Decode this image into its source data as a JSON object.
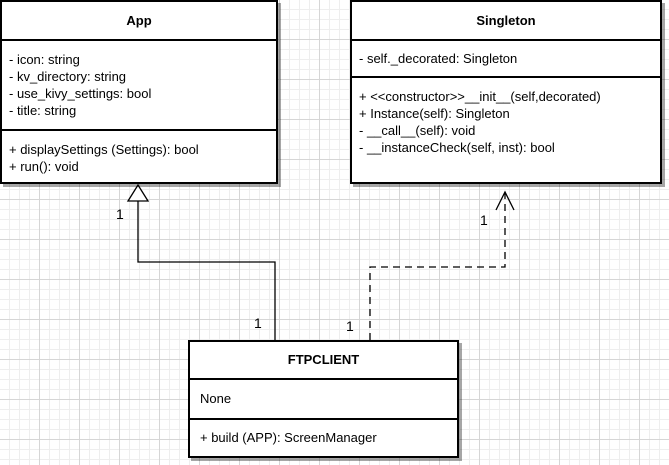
{
  "classes": {
    "app": {
      "name": "App",
      "attributes": [
        "- icon: string",
        "- kv_directory: string",
        "- use_kivy_settings: bool",
        "- title: string"
      ],
      "methods": [
        "+ displaySettings (Settings): bool",
        "+ run(): void"
      ]
    },
    "singleton": {
      "name": "Singleton",
      "attributes": [
        "- self._decorated: Singleton"
      ],
      "methods": [
        "+ <<constructor>>__init__(self,decorated)",
        "+ Instance(self): Singleton",
        "- __call__(self): void",
        "- __instanceCheck(self, inst): bool"
      ]
    },
    "ftpclient": {
      "name": "FTPCLIENT",
      "attributes": [
        "None"
      ],
      "methods": [
        "+ build (APP): ScreenManager"
      ]
    }
  },
  "relations": {
    "generalization": {
      "label_source": "1",
      "label_target": "1"
    },
    "dependency": {
      "label_source": "1",
      "label_target": "1"
    }
  }
}
